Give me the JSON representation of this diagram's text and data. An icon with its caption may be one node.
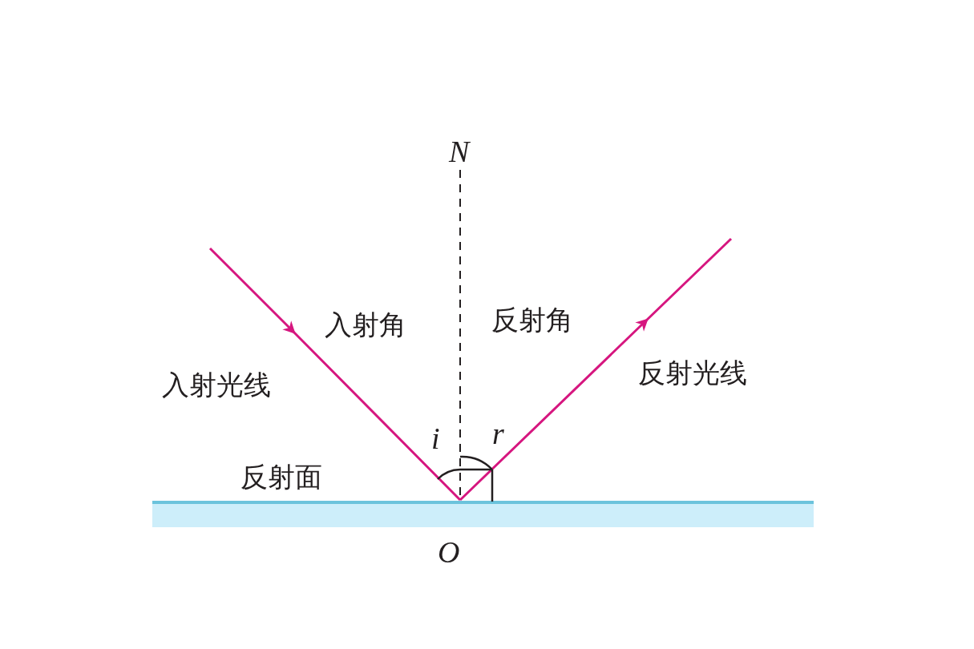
{
  "diagram": {
    "labels": [
      "N",
      "入射角",
      "反射角",
      "入射光线",
      "反射光线",
      "i",
      "r",
      "反射面",
      "O"
    ]
  }
}
